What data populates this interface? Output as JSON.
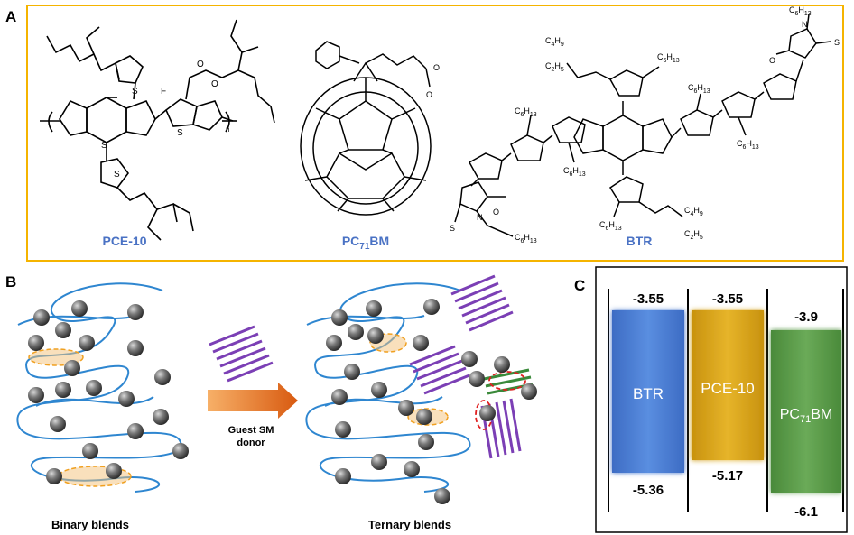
{
  "panels": {
    "a": {
      "label": "A",
      "border_color": "#f5b400",
      "molecules": [
        {
          "name": "PCE-10",
          "color": "#4a72c4"
        },
        {
          "name_main": "PC",
          "name_sub": "71",
          "name_tail": "BM",
          "color": "#4a72c4"
        },
        {
          "name": "BTR",
          "color": "#4a72c4"
        }
      ],
      "atoms": {
        "c4h9": [
          "C",
          "4",
          "H",
          "9"
        ],
        "c2h5": [
          "C",
          "2",
          "H",
          "5"
        ],
        "c6h13": [
          "C",
          "6",
          "H",
          "13"
        ],
        "S": "S",
        "F": "F",
        "O": "O",
        "N": "N",
        "n": "n"
      }
    },
    "b": {
      "label": "B",
      "arrow_text_line1": "Guest SM",
      "arrow_text_line2": "donor",
      "left_caption": "Binary blends",
      "right_caption": "Ternary blends",
      "colors": {
        "polymer": "#2e86d0",
        "stack": "#7b3fb5",
        "green_stack": "#3a8a3a",
        "circle": "#e02020",
        "ellipse": "#f0a020",
        "arrow": "#e06a18"
      }
    },
    "c": {
      "label": "C",
      "boxes": [
        {
          "name": "BTR",
          "lumo": "-3.55",
          "homo": "-5.36",
          "color": "#4a7cd4"
        },
        {
          "name": "PCE-10",
          "lumo": "-3.55",
          "homo": "-5.17",
          "color": "#d9a417"
        },
        {
          "name_main": "PC",
          "name_sub": "71",
          "name_tail": "BM",
          "lumo": "-3.9",
          "homo": "-6.1",
          "color": "#5a9a48"
        }
      ]
    }
  }
}
